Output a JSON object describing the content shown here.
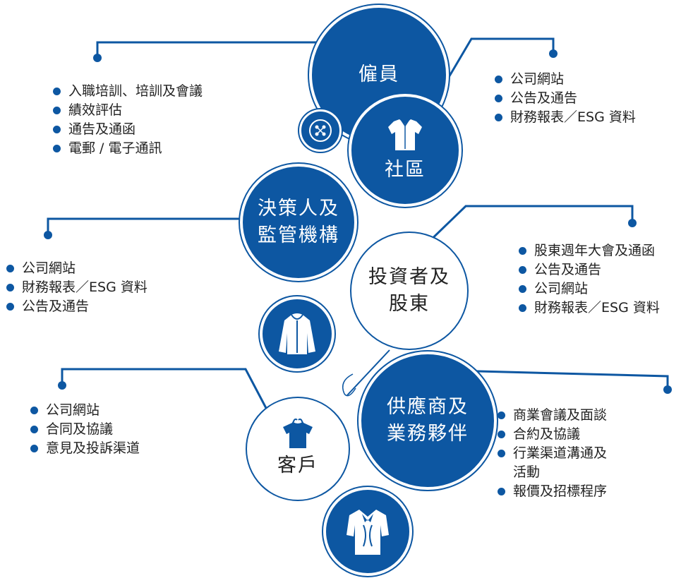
{
  "colors": {
    "primary": "#0d57a2",
    "background": "#ffffff",
    "text": "#222222"
  },
  "nodes": {
    "employees": {
      "label": "僱員",
      "items": [
        "入職培訓、培訓及會議",
        "績效評估",
        "通告及通函",
        "電郵 / 電子通訊"
      ]
    },
    "community": {
      "label": "社區",
      "icon": "shirt-icon",
      "items": [
        "公司網站",
        "公告及通告",
        "財務報表／ESG 資料"
      ]
    },
    "regulators": {
      "label": "決策人及\n監管機構",
      "items": [
        "公司網站",
        "財務報表／ESG 資料",
        "公告及通告"
      ]
    },
    "investors": {
      "label": "投資者及\n股東",
      "items": [
        "股東週年大會及通函",
        "公告及通告",
        "公司網站",
        "財務報表／ESG 資料"
      ]
    },
    "customers": {
      "label": "客戶",
      "icon": "tshirt-icon",
      "items": [
        "公司網站",
        "合同及協議",
        "意見及投訴渠道"
      ]
    },
    "suppliers": {
      "label": "供應商及\n業務夥伴",
      "items": [
        "商業會議及面談",
        "合約及協議",
        "行業渠道溝通及\n活動",
        "報價及招標程序"
      ]
    }
  },
  "decorations": [
    "button-icon",
    "jacket-icon",
    "needle-icon",
    "blouse-icon"
  ]
}
